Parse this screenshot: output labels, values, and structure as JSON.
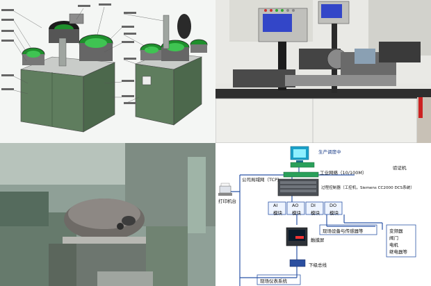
{
  "image_grid": {
    "panels": [
      {
        "id": "top-left",
        "kind": "technical-illustration",
        "subject": "vibratory bowl feeder assembly machines"
      },
      {
        "id": "top-right",
        "kind": "photo",
        "subject": "test bench with touchscreen controllers"
      },
      {
        "id": "bottom-left",
        "kind": "photo",
        "subject": "tank welding / forming machine"
      },
      {
        "id": "bottom-right",
        "kind": "diagram",
        "subject": "control system network topology"
      }
    ]
  },
  "diagram": {
    "pc_label": "生产调度中",
    "ethernet_label": "工业网络（10/100M）",
    "monitor_label": "验证机",
    "company_net_label": "公司局域网（TCP）",
    "controller_label": "过程控制器（工控机，Siemens CC2000 DCS系统）",
    "printer_label": "打印机台",
    "modules": [
      {
        "title": "AI",
        "sub": "模块"
      },
      {
        "title": "AO",
        "sub": "模块"
      },
      {
        "title": "DI",
        "sub": "模块"
      },
      {
        "title": "DO",
        "sub": "模块"
      }
    ],
    "field_label": "现场设备与传感器等",
    "hmi_label": "触摸屏",
    "right_list": [
      "变频器",
      "阀门",
      "电机",
      "继电器等"
    ],
    "fieldbus_label": "下级总线",
    "bottom_label": "现场仪表系统"
  },
  "colors": {
    "bowl_green": "#22a032",
    "cabinet_green": "#5f7d5e",
    "lcd_blue": "#3346c8",
    "diagram_blue": "#2563b8",
    "diagram_line": "#2b55a6"
  }
}
